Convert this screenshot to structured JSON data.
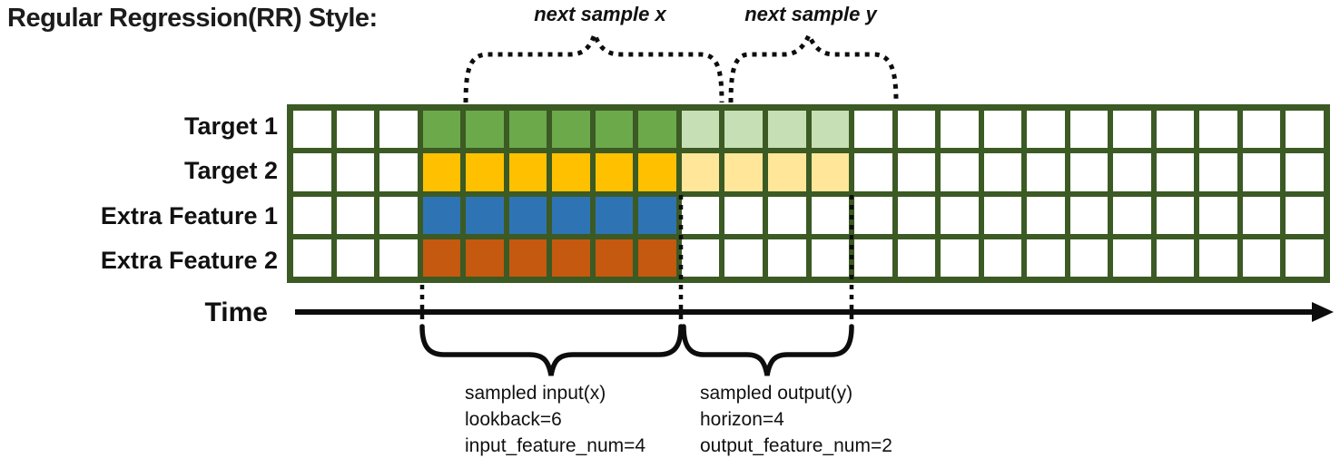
{
  "title": "Regular Regression(RR) Style:",
  "annotations": {
    "next_sample_x": "next sample x",
    "next_sample_y": "next sample y",
    "time_label": "Time",
    "sampled_input": {
      "line1": "sampled input(x)",
      "line2": "lookback=6",
      "line3": "input_feature_num=4"
    },
    "sampled_output": {
      "line1": "sampled output(y)",
      "line2": "horizon=4",
      "line3": "output_feature_num=2"
    }
  },
  "grid": {
    "total_columns": 24,
    "lead_in_columns": 3,
    "lookback_columns": 6,
    "horizon_columns": 4,
    "border_color": "#3c5a24",
    "empty_cell_color": "#ffffff",
    "rows": [
      {
        "label": "Target 1",
        "lookback_color": "#6ca94a",
        "horizon_color": "#c6dfb4"
      },
      {
        "label": "Target 2",
        "lookback_color": "#ffc000",
        "horizon_color": "#ffe699"
      },
      {
        "label": "Extra Feature 1",
        "lookback_color": "#2e74b5",
        "horizon_color": null
      },
      {
        "label": "Extra Feature 2",
        "lookback_color": "#c4590f",
        "horizon_color": null
      }
    ]
  },
  "line_color": "#0d0d0d"
}
